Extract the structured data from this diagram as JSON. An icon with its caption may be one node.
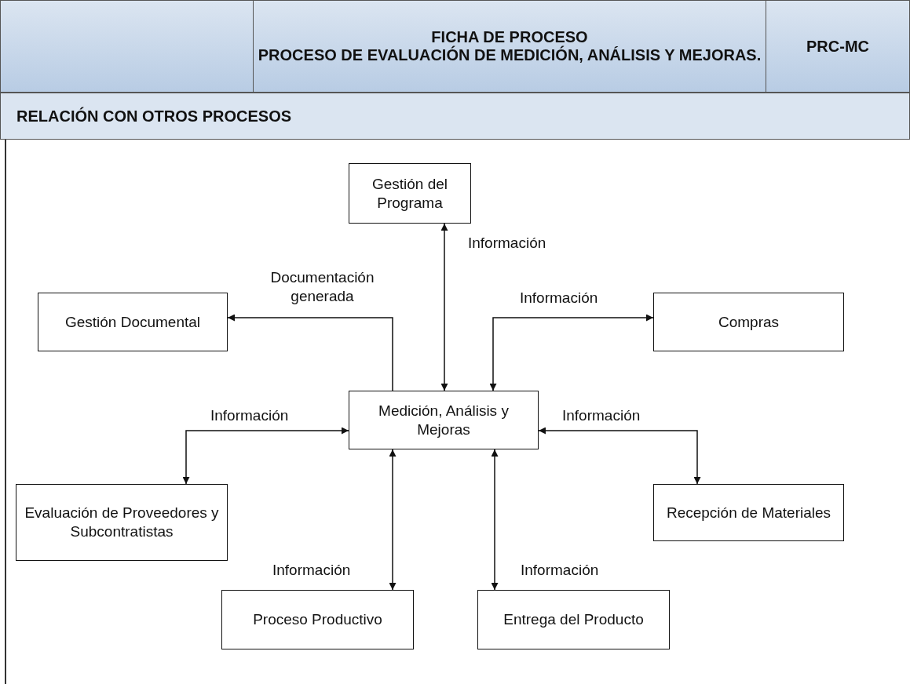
{
  "diagram": {
    "title": "FICHA DE PROCESO",
    "nodes": [
      {
        "text": [
          "Gestión del Programa"
        ]
      },
      {
        "text": [
          "Gestión Documental"
        ]
      },
      {
        "text": [
          "Compras"
        ]
      },
      {
        "text": [
          "Medición, Análisis y Mejoras"
        ]
      },
      {
        "text": [
          "Evaluación de Proveedores y Subcontratistas"
        ]
      },
      {
        "text": [
          "Recepción de Materiales"
        ]
      },
      {
        "text": [
          "Proceso Productivo"
        ]
      },
      {
        "text": [
          "Entrega del Producto"
        ]
      }
    ],
    "edges": [
      {
        "from": 0,
        "to": 3,
        "arrow": "both",
        "label": "Información"
      },
      {
        "from": 3,
        "to": 1,
        "arrow": "to",
        "label": "Documentación generada"
      },
      {
        "from": 3,
        "to": 2,
        "arrow": "both",
        "label": "Información"
      },
      {
        "from": 4,
        "to": 3,
        "arrow": "both",
        "label": "Información"
      },
      {
        "from": 3,
        "to": 5,
        "arrow": "both",
        "label": "Información"
      },
      {
        "from": 3,
        "to": 6,
        "arrow": "both",
        "label": "Información"
      },
      {
        "from": 3,
        "to": 7,
        "arrow": "both",
        "label": "Información"
      }
    ],
    "labels": [
      "PROCESO DE EVALUACIÓN DE MEDICIÓN, ANÁLISIS Y MEJORAS.",
      "PRC-MC",
      "RELACIÓN CON OTROS PROCESOS"
    ]
  }
}
